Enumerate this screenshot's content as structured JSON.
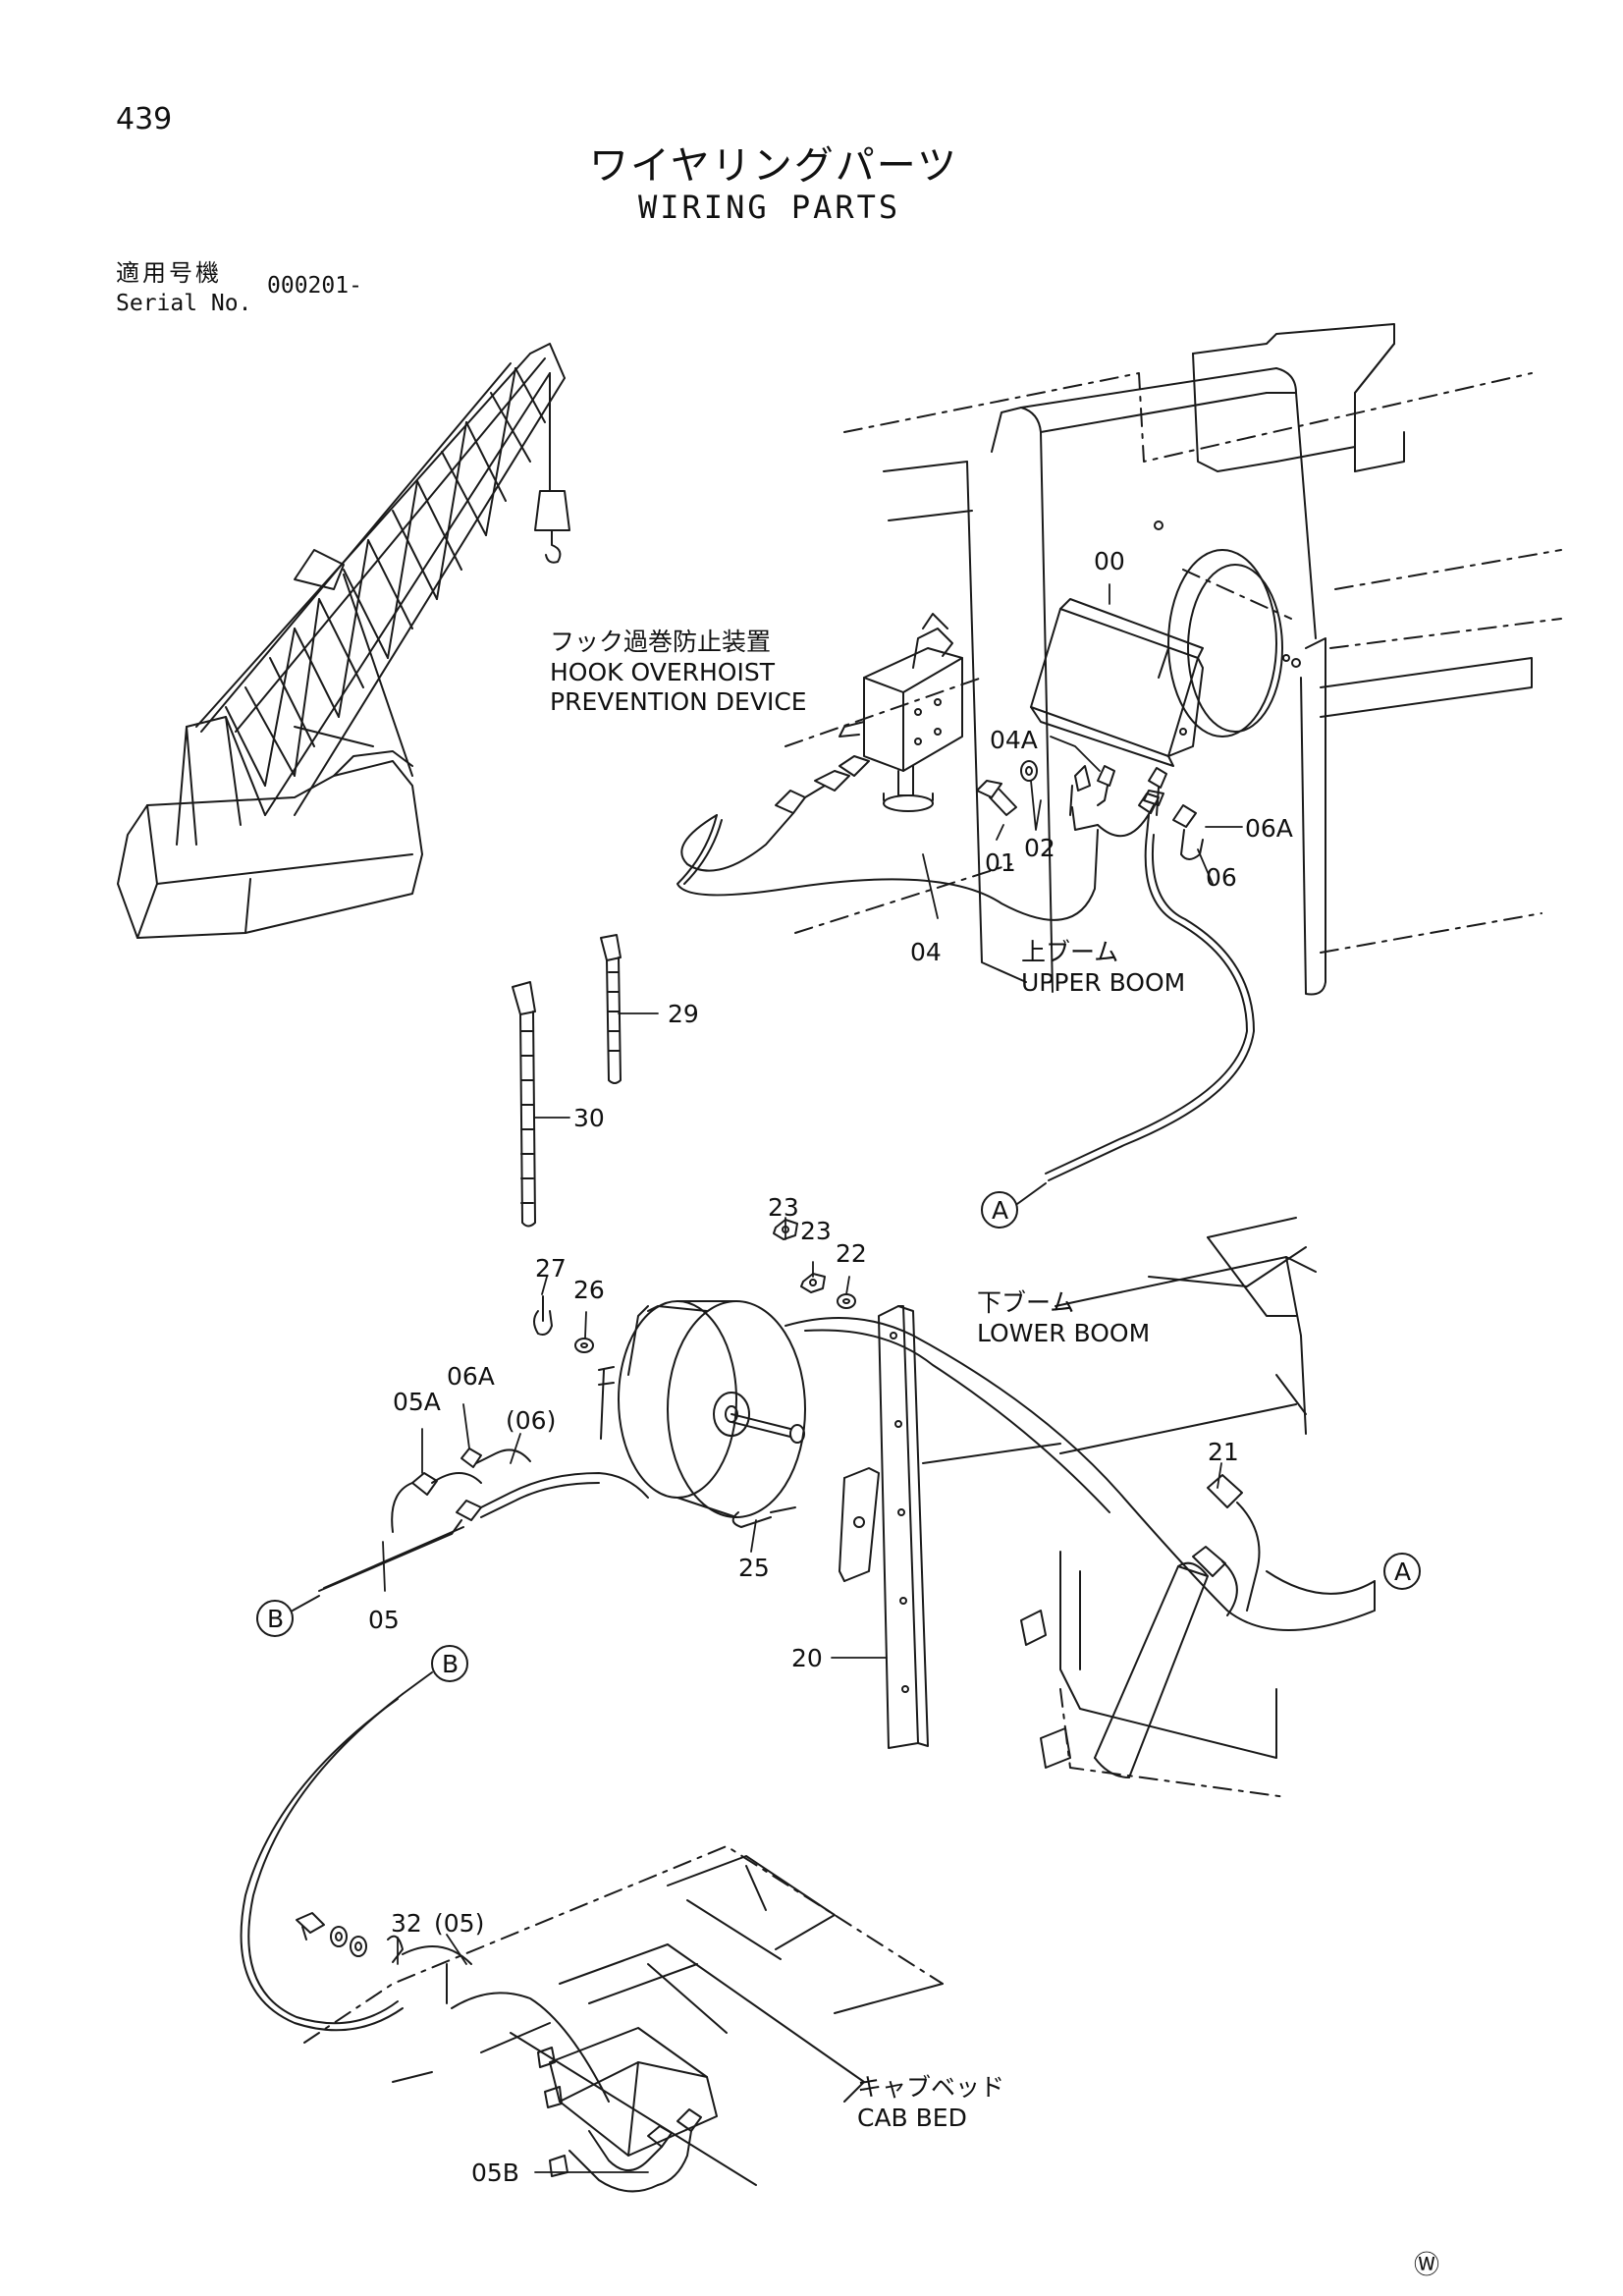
{
  "header": {
    "page_number": "439",
    "title_ja": "ワイヤリングパーツ",
    "title_en": "WIRING PARTS",
    "serial_label_ja": "適用号機",
    "serial_label_en": "Serial No.",
    "serial_value": "000201-"
  },
  "diagram": {
    "areas": {
      "hook_device_ja": "フック過巻防止装置",
      "hook_device_en_1": "HOOK OVERHOIST",
      "hook_device_en_2": "PREVENTION DEVICE",
      "upper_boom_ja": "上ブーム",
      "upper_boom_en": "UPPER BOOM",
      "lower_boom_ja": "下ブーム",
      "lower_boom_en": "LOWER BOOM",
      "cab_bed_ja": "キャブベッド",
      "cab_bed_en": "CAB BED"
    },
    "part_labels": {
      "p00": "00",
      "p04a": "04A",
      "p01": "01",
      "p02": "02",
      "p06a_upper": "06A",
      "p06_upper": "06",
      "p04": "04",
      "p29": "29",
      "p30": "30",
      "p23_a": "23",
      "p23_b": "23",
      "p22": "22",
      "p27": "27",
      "p26": "26",
      "p06a_lower": "06A",
      "p05a": "05A",
      "p06_paren": "(06)",
      "p21": "21",
      "p25": "25",
      "p05": "05",
      "p20": "20",
      "p32": "32",
      "p05_paren": "(05)",
      "p05b": "05B"
    },
    "reference_markers": {
      "a": "A",
      "b": "B"
    }
  },
  "footer": {
    "mark": "Ⓦ"
  }
}
